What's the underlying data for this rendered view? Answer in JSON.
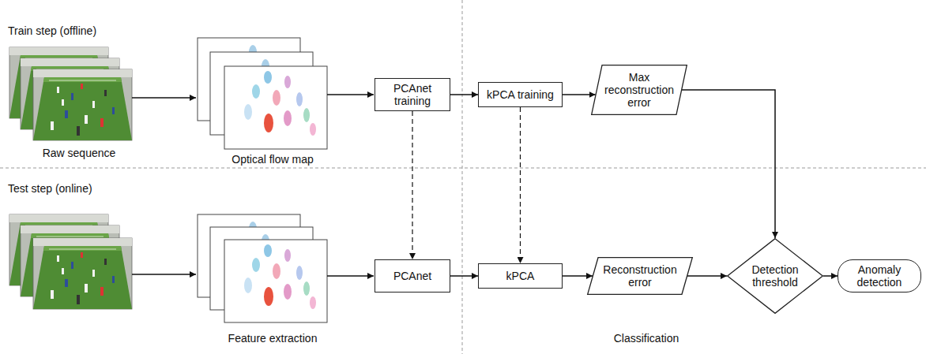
{
  "diagram": {
    "nodes": [
      {
        "text": [
          "PCAnet training"
        ]
      },
      {
        "text": [
          "kPCA training"
        ]
      },
      {
        "text": [
          "Max reconstruction error"
        ]
      },
      {
        "text": [
          "PCAnet"
        ]
      },
      {
        "text": [
          "kPCA"
        ]
      },
      {
        "text": [
          "Reconstruction error"
        ]
      },
      {
        "text": [
          "Detection threshold"
        ]
      },
      {
        "text": [
          "Anomaly detection"
        ]
      }
    ],
    "edges": [
      {
        "from": 0,
        "to": 1,
        "arrow": "to"
      },
      {
        "from": 1,
        "to": 2,
        "arrow": "to"
      },
      {
        "from": 2,
        "to": 6,
        "arrow": "to"
      },
      {
        "from": 0,
        "to": 3,
        "arrow": "to"
      },
      {
        "from": 1,
        "to": 4,
        "arrow": "to"
      },
      {
        "from": 3,
        "to": 4,
        "arrow": "to"
      },
      {
        "from": 4,
        "to": 5,
        "arrow": "to"
      },
      {
        "from": 5,
        "to": 6,
        "arrow": "to"
      },
      {
        "from": 6,
        "to": 7,
        "arrow": "to"
      }
    ],
    "labels": [
      "Train step (offline)",
      "Raw sequence",
      "Optical flow map",
      "Test step (online)",
      "Feature extraction",
      "Classification"
    ]
  }
}
